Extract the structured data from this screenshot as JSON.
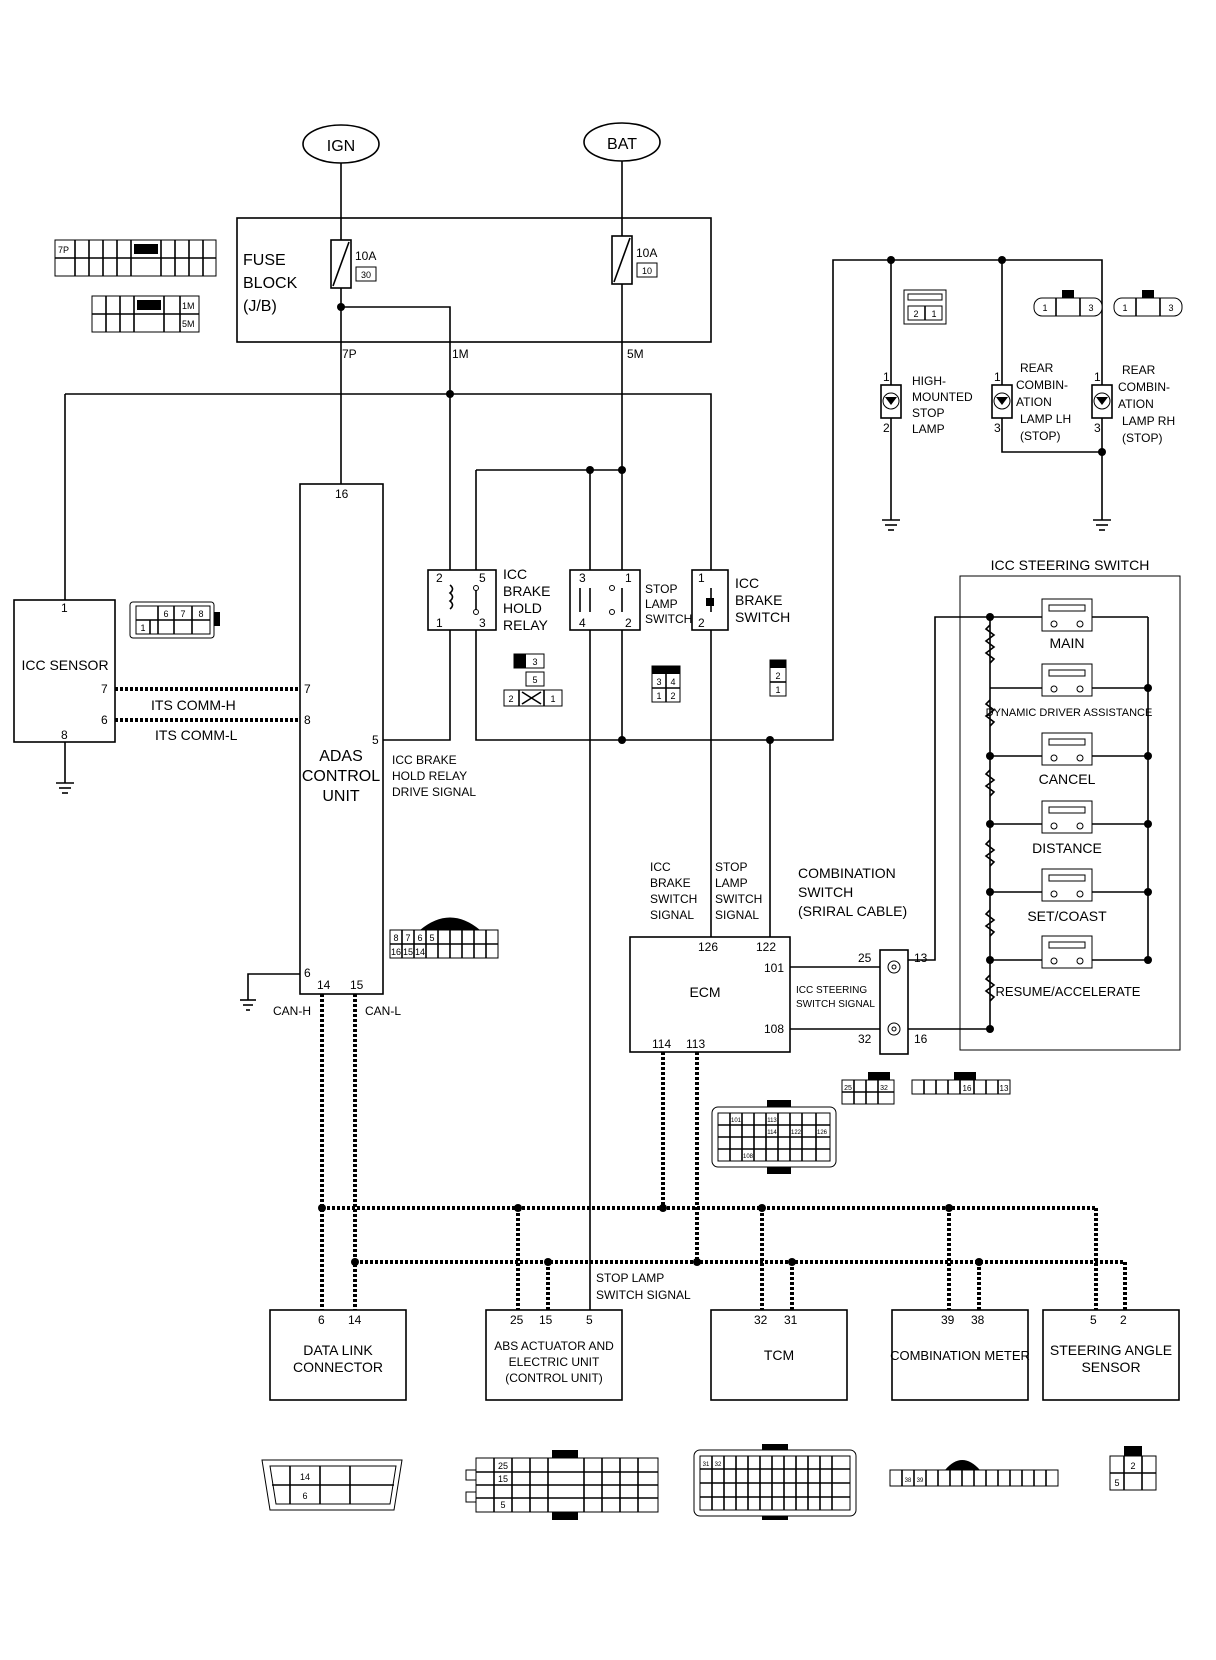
{
  "supplies": {
    "ign": "IGN",
    "bat": "BAT"
  },
  "fuse_block": {
    "label_line1": "FUSE",
    "label_line2": "BLOCK",
    "label_line3": "(J/B)",
    "fuse1_rating": "10A",
    "fuse1_number": "30",
    "fuse2_rating": "10A",
    "fuse2_number": "10",
    "pin_7p": "7P",
    "pin_1m": "1M",
    "pin_5m": "5M"
  },
  "connector_views": {
    "fuse_7p": "7P",
    "fuse_1m": "1M",
    "fuse_5m": "5M",
    "icc_sensor_pins": [
      "6",
      "7",
      "8",
      "1"
    ],
    "relay_pins": [
      "3",
      "5",
      "2",
      "1"
    ],
    "stop_switch_pins": [
      "3",
      "4",
      "1",
      "2"
    ],
    "icc_brake_pins": [
      "2",
      "1"
    ],
    "stop_lamp_pins": [
      "2",
      "1"
    ],
    "rear_lamp_pins": [
      "1",
      "3"
    ],
    "adas_pins": [
      "8",
      "7",
      "6",
      "5",
      "16",
      "15",
      "14"
    ],
    "ecm_pins": [
      "101",
      "113",
      "114",
      "122",
      "126",
      "108"
    ],
    "combo_switch_pins_a": [
      "25",
      "32"
    ],
    "combo_switch_pins_b": [
      "16",
      "13"
    ],
    "dlc_pins": [
      "14",
      "6"
    ],
    "abs_pins": [
      "25",
      "15",
      "5"
    ],
    "tcm_pins": [
      "31",
      "32"
    ],
    "meter_pins": [
      "38",
      "39"
    ],
    "steering_sensor_pins": [
      "2",
      "5"
    ]
  },
  "icc_sensor": {
    "label": "ICC SENSOR",
    "pin1": "1",
    "pin7": "7",
    "pin6": "6",
    "pin8": "8"
  },
  "its_comm": {
    "h": "ITS COMM-H",
    "l": "ITS COMM-L"
  },
  "adas": {
    "line1": "ADAS",
    "line2": "CONTROL",
    "line3": "UNIT",
    "pin16": "16",
    "pin7": "7",
    "pin8": "8",
    "pin5": "5",
    "pin6": "6",
    "pin14": "14",
    "pin15": "15",
    "drive_line1": "ICC BRAKE",
    "drive_line2": "HOLD RELAY",
    "drive_line3": "DRIVE SIGNAL",
    "can_h": "CAN-H",
    "can_l": "CAN-L"
  },
  "relay": {
    "line1": "ICC",
    "line2": "BRAKE",
    "line3": "HOLD",
    "line4": "RELAY",
    "pin2": "2",
    "pin5": "5",
    "pin1": "1",
    "pin3": "3"
  },
  "stop_lamp_switch": {
    "line1": "STOP",
    "line2": "LAMP",
    "line3": "SWITCH",
    "pin3": "3",
    "pin1": "1",
    "pin4": "4",
    "pin2": "2"
  },
  "icc_brake_switch": {
    "line1": "ICC",
    "line2": "BRAKE",
    "line3": "SWITCH",
    "pin1": "1",
    "pin2": "2"
  },
  "lamps": {
    "high_line1": "HIGH-",
    "high_line2": "MOUNTED",
    "high_line3": "STOP",
    "high_line4": "LAMP",
    "high_pin_top": "1",
    "high_pin_bottom": "2",
    "lh_line1": "REAR",
    "lh_line2": "COMBIN-",
    "lh_line3": "ATION",
    "lh_line4": "LAMP LH",
    "lh_line5": "(STOP)",
    "lh_pin_top": "1",
    "lh_pin_bottom": "3",
    "rh_line1": "REAR",
    "rh_line2": "COMBIN-",
    "rh_line3": "ATION",
    "rh_line4": "LAMP RH",
    "rh_line5": "(STOP)",
    "rh_pin_top": "1",
    "rh_pin_bottom": "3"
  },
  "steering_switch": {
    "title": "ICC STEERING SWITCH",
    "buttons": [
      "MAIN",
      "DYNAMIC DRIVER ASSISTANCE",
      "CANCEL",
      "DISTANCE",
      "SET/COAST",
      "RESUME/ACCELERATE"
    ]
  },
  "ecm": {
    "label": "ECM",
    "brake_sig_line1": "ICC",
    "brake_sig_line2": "BRAKE",
    "brake_sig_line3": "SWITCH",
    "brake_sig_line4": "SIGNAL",
    "stop_sig_line1": "STOP",
    "stop_sig_line2": "LAMP",
    "stop_sig_line3": "SWITCH",
    "stop_sig_line4": "SIGNAL",
    "pin126": "126",
    "pin122": "122",
    "pin101": "101",
    "pin108": "108",
    "pin114": "114",
    "pin113": "113",
    "steer_sig_line1": "ICC STEERING",
    "steer_sig_line2": "SWITCH SIGNAL"
  },
  "combination_switch": {
    "line1": "COMBINATION",
    "line2": "SWITCH",
    "line3": "(SRIRAL CABLE)",
    "pin25": "25",
    "pin13": "13",
    "pin32": "32",
    "pin16": "16"
  },
  "bottom_units": {
    "dlc_line1": "DATA LINK",
    "dlc_line2": "CONNECTOR",
    "dlc_pin_a": "6",
    "dlc_pin_b": "14",
    "abs_line1": "ABS ACTUATOR AND",
    "abs_line2": "ELECTRIC UNIT",
    "abs_line3": "(CONTROL UNIT)",
    "abs_pin_a": "25",
    "abs_pin_b": "15",
    "abs_pin_c": "5",
    "stop_sig_line1": "STOP LAMP",
    "stop_sig_line2": "SWITCH SIGNAL",
    "tcm_label": "TCM",
    "tcm_pin_a": "32",
    "tcm_pin_b": "31",
    "meter_label": "COMBINATION METER",
    "meter_pin_a": "39",
    "meter_pin_b": "38",
    "sas_line1": "STEERING ANGLE",
    "sas_line2": "SENSOR",
    "sas_pin_a": "5",
    "sas_pin_b": "2"
  }
}
